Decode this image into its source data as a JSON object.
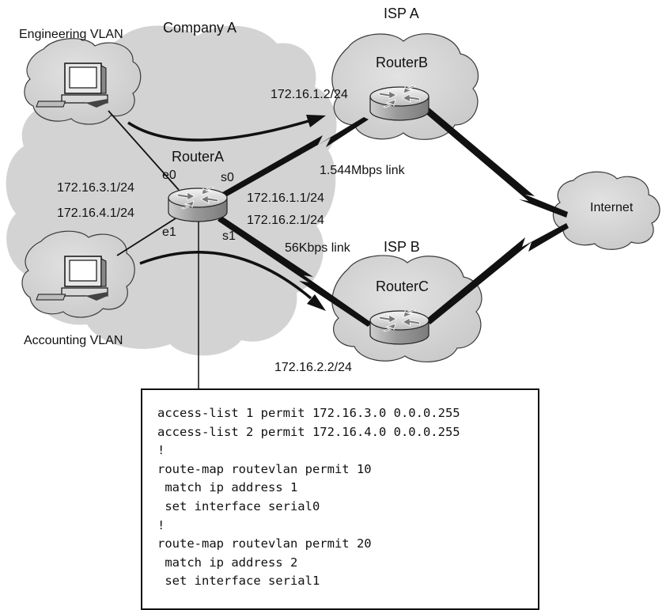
{
  "labels": {
    "engineering_vlan": "Engineering VLAN",
    "company_a": "Company A",
    "isp_a": "ISP A",
    "isp_b": "ISP B",
    "router_a": "RouterA",
    "router_b": "RouterB",
    "router_c": "RouterC",
    "internet": "Internet",
    "accounting_vlan": "Accounting VLAN",
    "e0": "e0",
    "e1": "e1",
    "s0": "s0",
    "s1": "s1",
    "ip_e0": "172.16.3.1/24",
    "ip_e1": "172.16.4.1/24",
    "ip_s0": "172.16.1.1/24",
    "ip_s1": "172.16.2.1/24",
    "ip_router_b": "172.16.1.2/24",
    "ip_router_c": "172.16.2.2/24",
    "link_fast": "1.544Mbps link",
    "link_slow": "56Kbps link"
  },
  "config_lines": [
    "access-list 1 permit 172.16.3.0 0.0.0.255",
    "access-list 2 permit 172.16.4.0 0.0.0.255",
    "!",
    "route-map routevlan permit 10",
    " match ip address 1",
    " set interface serial0",
    "!",
    "route-map routevlan permit 20",
    " match ip address 2",
    " set interface serial1"
  ],
  "colors": {
    "cloud_fill": "#d4d4d4",
    "cloud_stroke": "#3a3a3a",
    "router_body": "#b8b8b8",
    "line": "#111111"
  },
  "icons": [
    "cloud-icon",
    "router-icon",
    "pc-icon",
    "serial-link-icon"
  ]
}
